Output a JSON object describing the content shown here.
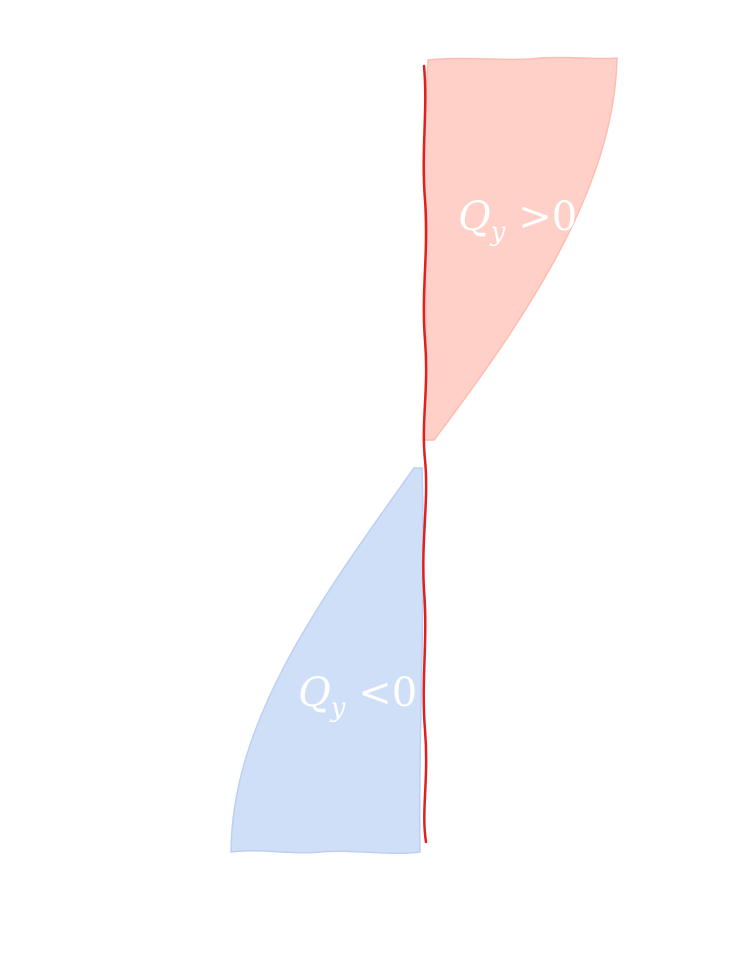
{
  "diagram": {
    "positive_region": {
      "label_var": "Q",
      "label_sub": "y",
      "label_rel": " >0",
      "fill_color": "#ffd0c8",
      "stroke_color": "#ffbcb0"
    },
    "negative_region": {
      "label_var": "Q",
      "label_sub": "y",
      "label_rel": " <0",
      "fill_color": "#d0dff8",
      "stroke_color": "#bcd0f2"
    },
    "axis_line": {
      "color": "#e02020"
    }
  }
}
